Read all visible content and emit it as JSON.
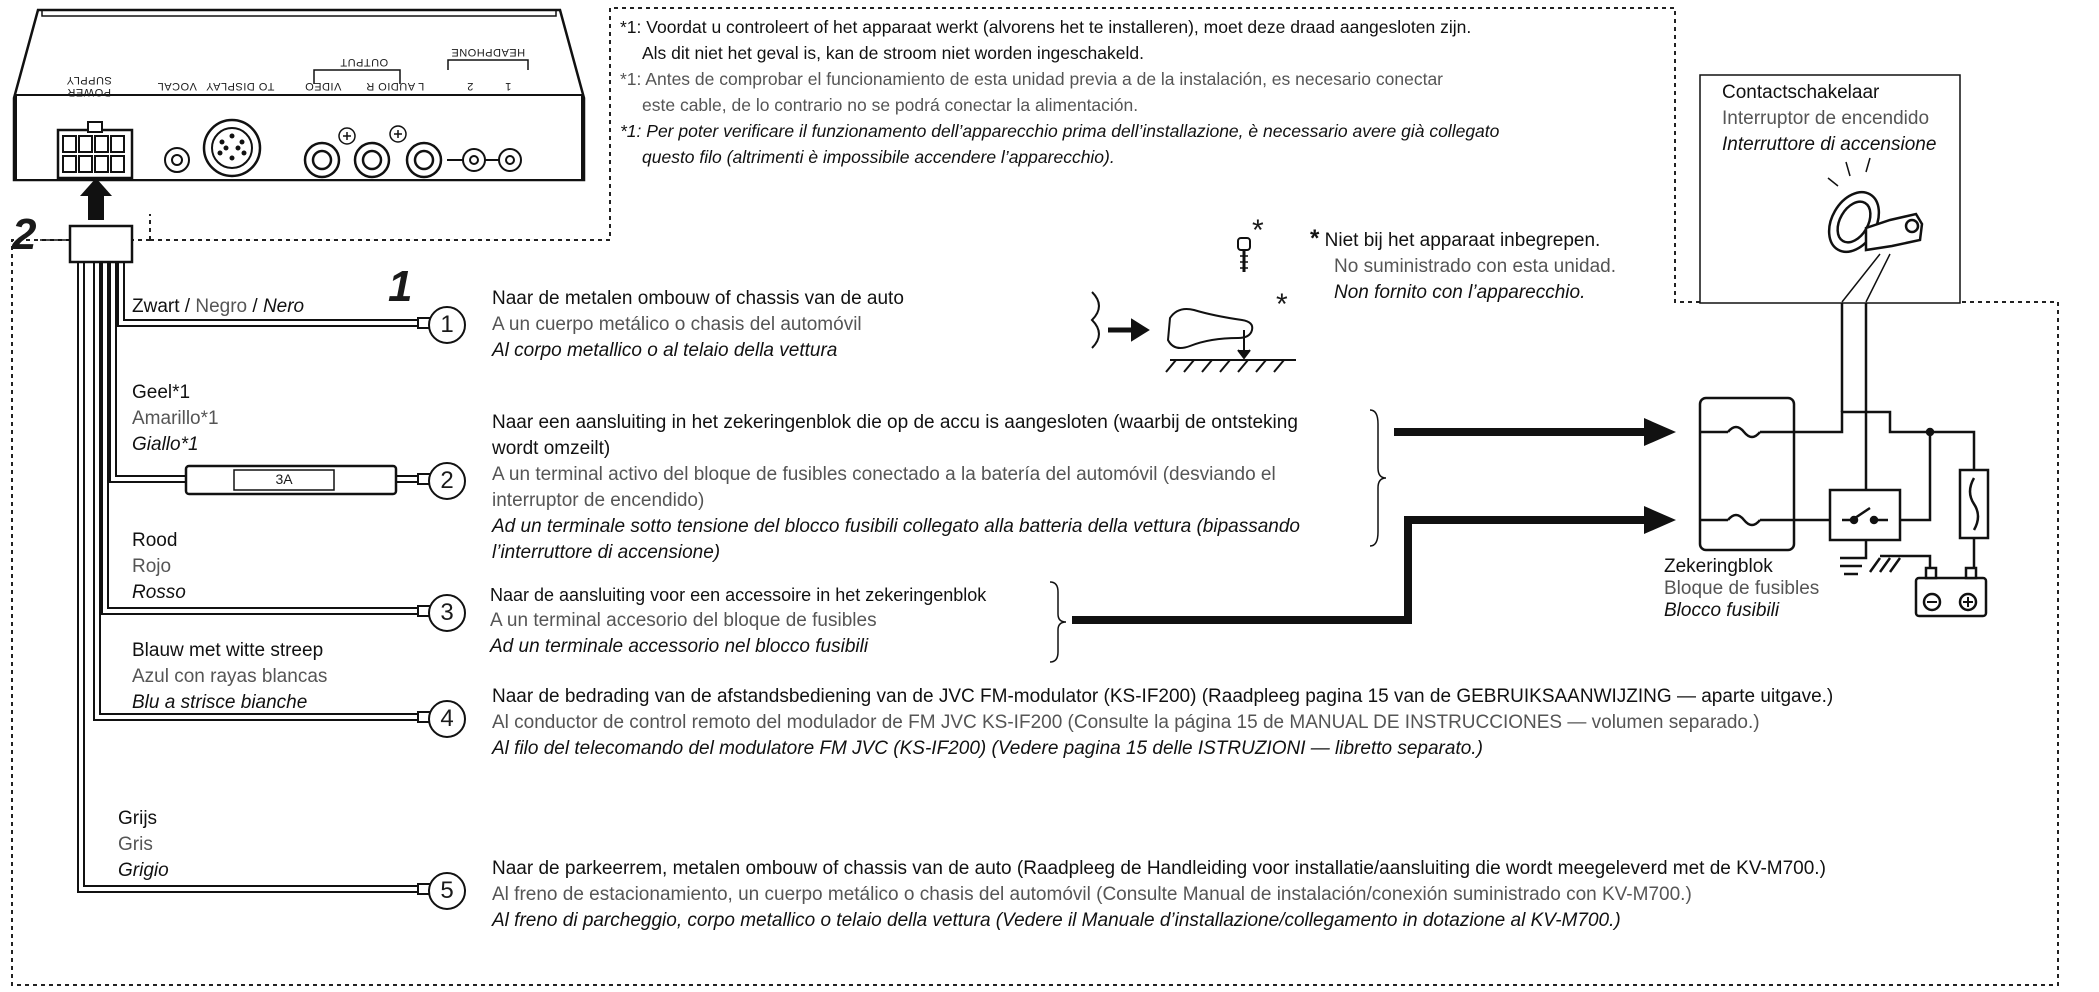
{
  "footnote": {
    "nl": "*1: Voordat u controleert of het apparaat werkt (alvorens het te installeren), moet deze draad aangesloten zijn.",
    "nl2": "Als dit niet het geval is, kan de stroom niet worden ingeschakeld.",
    "es": "*1: Antes de comprobar el funcionamiento de esta unidad previa a de la instalación, es necesario conectar",
    "es2": "este cable, de lo contrario no se podrá conectar la alimentación.",
    "it": "*1: Per poter verificare il funzionamento dell’apparecchio prima dell’installazione, è necessario avere già collegato",
    "it2": "questo filo (altrimenti è impossibile accendere l’apparecchio)."
  },
  "device": {
    "ports": [
      "POWER SUPPLY",
      "VOCAL",
      "TO DISPLAY",
      "VIDEO",
      "L AUDIO R",
      "2",
      "1"
    ],
    "output_label": "OUTPUT",
    "headphone_label": "HEADPHONE"
  },
  "steps": {
    "one": "1",
    "two": "2"
  },
  "not_supplied": {
    "star": "*",
    "nl": "Niet bij het apparaat inbegrepen.",
    "es": "No suministrado con esta unidad.",
    "it": "Non fornito con l’apparecchio."
  },
  "ignition": {
    "nl": "Contactschakelaar",
    "es": "Interruptor de encendido",
    "it": "Interruttore di accensione"
  },
  "fuse_block": {
    "nl": "Zekeringblok",
    "es": "Bloque de fusibles",
    "it": "Blocco fusibili"
  },
  "fuse_rating": "3A",
  "wires": [
    {
      "num": "1",
      "color_nl": "Zwart",
      "color_es": "Negro",
      "color_it": "Nero",
      "sep": " / ",
      "dest_nl": "Naar de metalen ombouw of chassis van de auto",
      "dest_es": "A un cuerpo metálico o chasis del automóvil",
      "dest_it": "Al corpo metallico o al telaio della vettura"
    },
    {
      "num": "2",
      "color_nl": "Geel*1",
      "color_es": "Amarillo*1",
      "color_it": "Giallo*1",
      "dest_nl": "Naar een aansluiting in het zekeringenblok die op de accu is aangesloten (waarbij de ontsteking",
      "dest_nl2": "wordt omzeilt)",
      "dest_es": "A un terminal activo del bloque de fusibles conectado a la batería del automóvil (desviando el",
      "dest_es2": "interruptor de encendido)",
      "dest_it": "Ad un terminale sotto tensione del blocco fusibili collegato alla batteria della vettura (bipassando",
      "dest_it2": "l’interruttore di accensione)"
    },
    {
      "num": "3",
      "color_nl": "Rood",
      "color_es": "Rojo",
      "color_it": "Rosso",
      "dest_nl": "Naar de aansluiting voor een accessoire in het zekeringenblok",
      "dest_es": "A un terminal accesorio del bloque de fusibles",
      "dest_it": "Ad un terminale accessorio nel blocco fusibili"
    },
    {
      "num": "4",
      "color_nl": "Blauw met witte streep",
      "color_es": "Azul con rayas blancas",
      "color_it": "Blu a strisce bianche",
      "dest_nl": "Naar de bedrading van de afstandsbediening van de JVC FM-modulator (KS-IF200) (Raadpleeg pagina 15 van de GEBRUIKSAANWIJZING — aparte uitgave.)",
      "dest_es": "Al conductor de control remoto del modulador de FM JVC KS-IF200 (Consulte la página 15 de MANUAL DE INSTRUCCIONES — volumen separado.)",
      "dest_it": "Al filo del telecomando del modulatore FM JVC (KS-IF200) (Vedere pagina 15 delle ISTRUZIONI — libretto separato.)"
    },
    {
      "num": "5",
      "color_nl": "Grijs",
      "color_es": "Gris",
      "color_it": "Grigio",
      "dest_nl": "Naar de parkeerrem, metalen ombouw of chassis van de auto (Raadpleeg de Handleiding voor installatie/aansluiting die wordt meegeleverd met de KV-M700.)",
      "dest_es": "Al freno de estacionamiento, un cuerpo metálico o chasis del automóvil (Consulte Manual de instalación/conexión suministrado con KV-M700.)",
      "dest_it": "Al freno di parcheggio, corpo metallico o telaio della vettura (Vedere il Manuale d’installazione/collegamento in dotazione al KV-M700.)"
    }
  ]
}
